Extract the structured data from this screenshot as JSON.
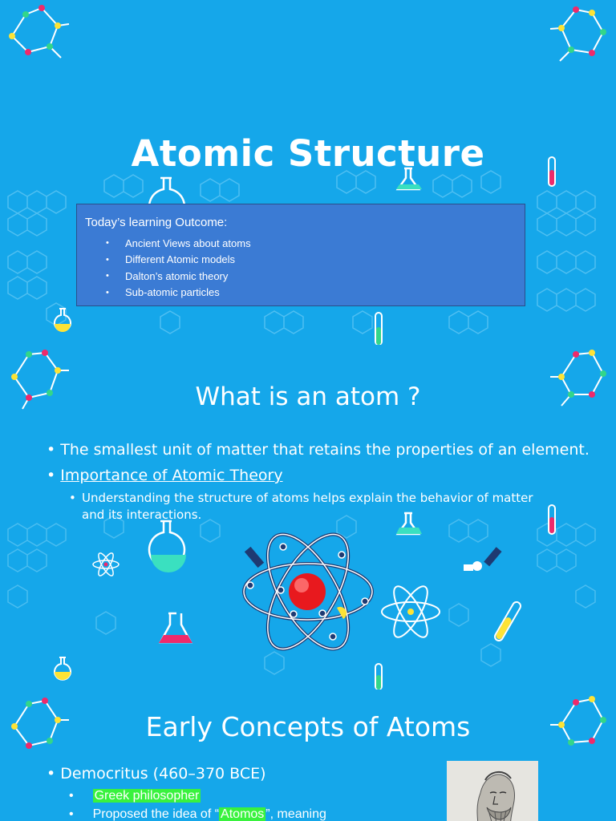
{
  "slide1": {
    "title": "Atomic Structure",
    "outcome_title": "Today’s learning Outcome:",
    "outcomes": [
      "Ancient Views about atoms",
      "Different Atomic models",
      "Dalton’s atomic theory",
      "Sub-atomic particles"
    ]
  },
  "slide2": {
    "title": "What is an atom ?",
    "bullet1": "The smallest unit of matter that retains the properties of an element.",
    "bullet2": "Importance of Atomic Theory",
    "sub_bullet": "Understanding the structure of atoms helps explain the behavior of matter and its interactions."
  },
  "slide3": {
    "title": "Early Concepts of Atoms",
    "bullet1": "Democritus (460–370 BCE)",
    "sub1": "Greek philosopher",
    "sub2_before": "Proposed the idea of “",
    "sub2_highlight": "Atomos",
    "sub2_after": "”, meaning"
  },
  "bullet_char": "•",
  "colors": {
    "background": "#15a7ea",
    "outcome_box": "#3b7bd4",
    "highlight": "#39f23e",
    "text": "#ffffff"
  }
}
